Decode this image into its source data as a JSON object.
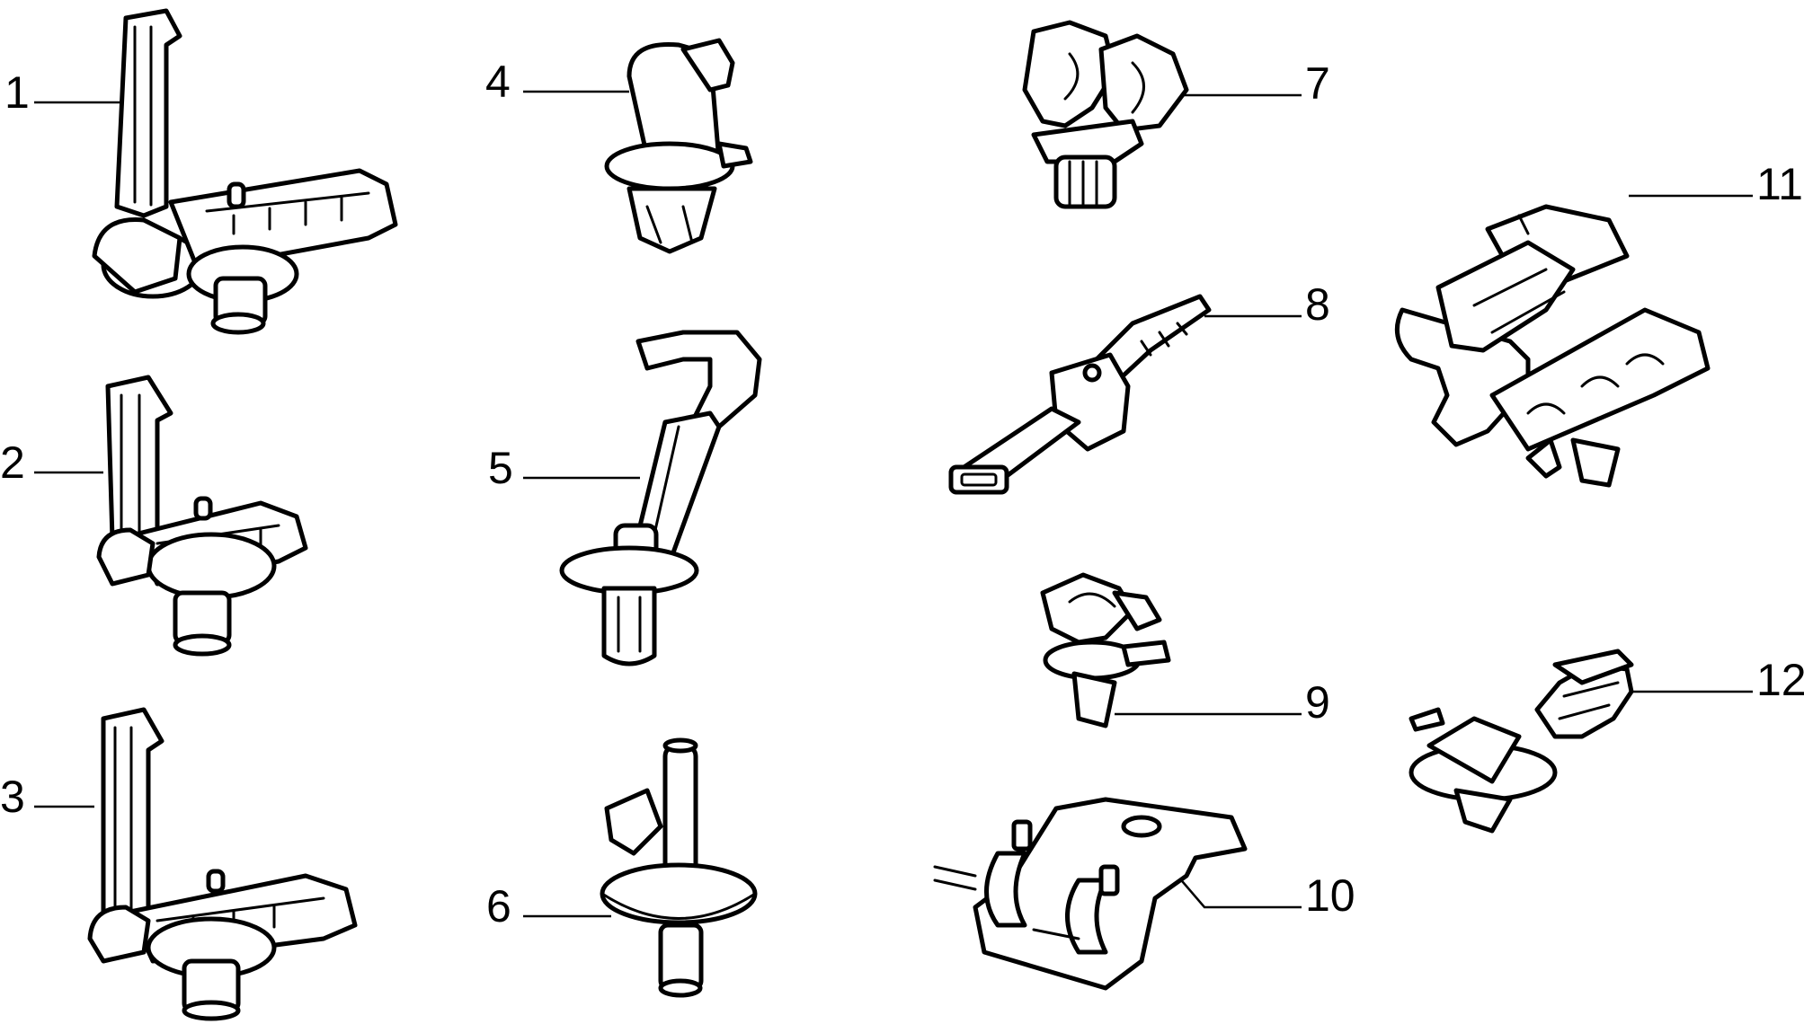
{
  "diagram": {
    "callouts": [
      {
        "id": "1",
        "label": "1"
      },
      {
        "id": "2",
        "label": "2"
      },
      {
        "id": "3",
        "label": "3"
      },
      {
        "id": "4",
        "label": "4"
      },
      {
        "id": "5",
        "label": "5"
      },
      {
        "id": "6",
        "label": "6"
      },
      {
        "id": "7",
        "label": "7"
      },
      {
        "id": "8",
        "label": "8"
      },
      {
        "id": "9",
        "label": "9"
      },
      {
        "id": "10",
        "label": "10"
      },
      {
        "id": "11",
        "label": "11"
      },
      {
        "id": "12",
        "label": "12"
      }
    ],
    "style": {
      "line_color": "#000000",
      "background": "#ffffff"
    }
  }
}
